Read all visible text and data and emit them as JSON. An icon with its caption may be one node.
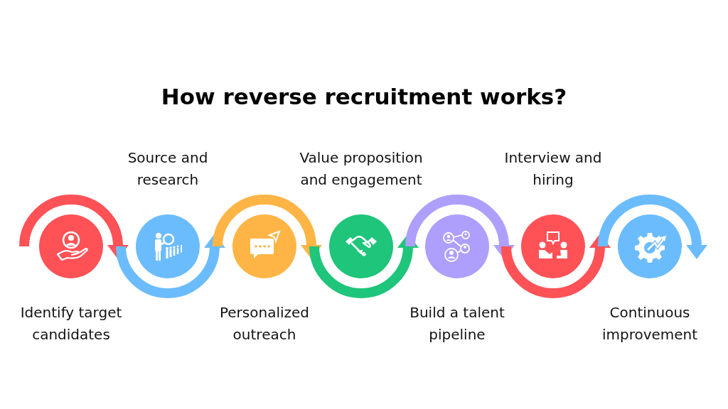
{
  "diagram": {
    "title": "How reverse recruitment works?",
    "nodes": [
      {
        "text": [
          "Identify target candidates"
        ]
      },
      {
        "text": [
          "Source and research"
        ]
      },
      {
        "text": [
          "Personalized outreach"
        ]
      },
      {
        "text": [
          "Value proposition and engagement"
        ]
      },
      {
        "text": [
          "Build a talent pipeline"
        ]
      },
      {
        "text": [
          "Interview and hiring"
        ]
      },
      {
        "text": [
          "Continuous improvement"
        ]
      }
    ],
    "edges": [
      {
        "from": null,
        "to": 0,
        "arrow": "to",
        "color": "#ff5257"
      },
      {
        "from": null,
        "to": 1,
        "arrow": "to",
        "color": "#6bbcfd"
      },
      {
        "from": null,
        "to": 2,
        "arrow": "to",
        "color": "#ffb545"
      },
      {
        "from": null,
        "to": 3,
        "arrow": "to",
        "color": "#1ec57a"
      },
      {
        "from": null,
        "to": 4,
        "arrow": "to",
        "color": "#ae9ffd"
      },
      {
        "from": null,
        "to": 5,
        "arrow": "to",
        "color": "#ff5257"
      },
      {
        "from": null,
        "to": 6,
        "arrow": "to",
        "color": "#6bbcfd"
      }
    ]
  }
}
